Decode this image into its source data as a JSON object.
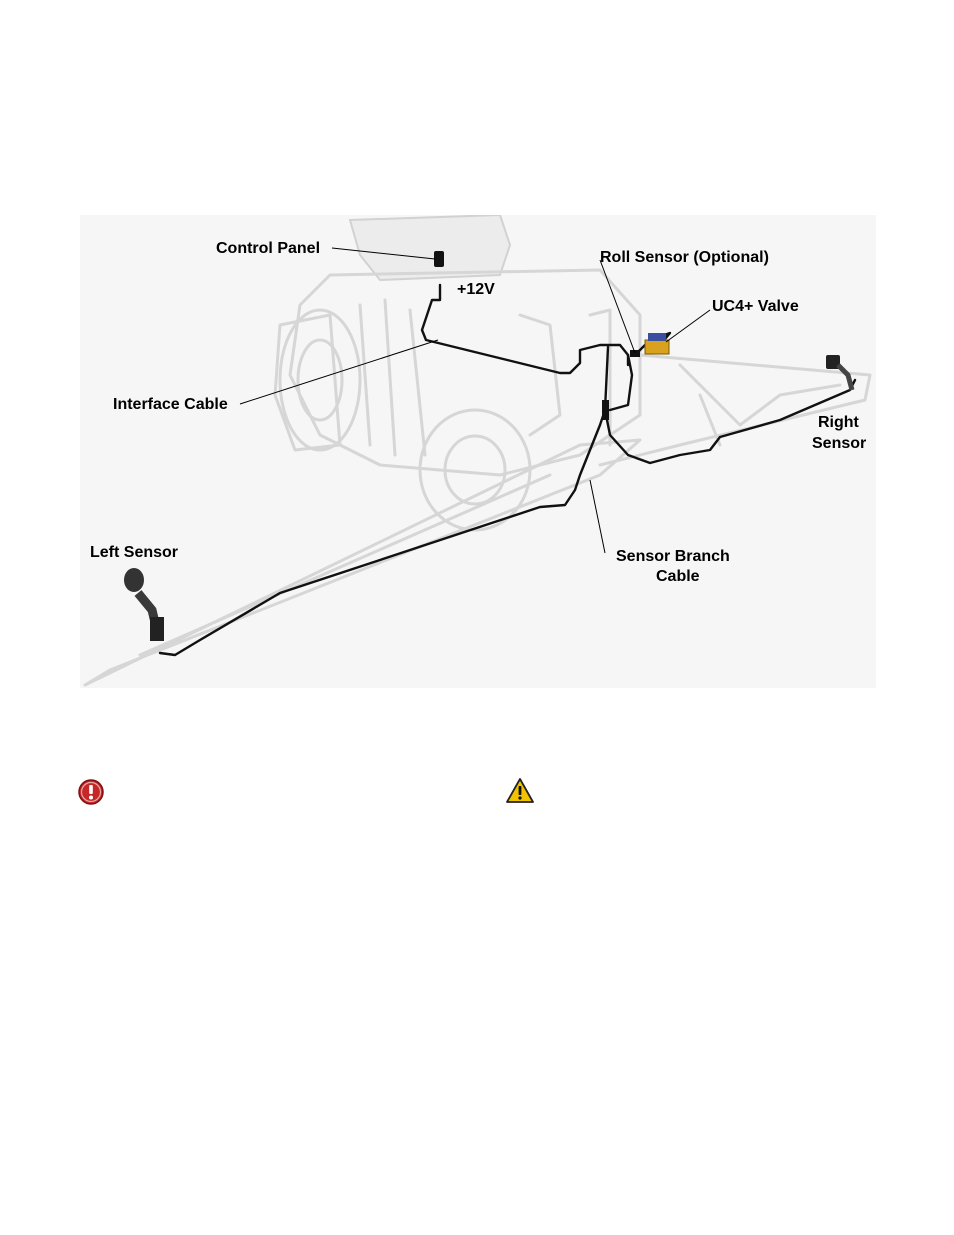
{
  "labels": {
    "control_panel": "Control Panel",
    "power": "+12V",
    "roll_sensor": "Roll Sensor (Optional)",
    "valve": "UC4+ Valve",
    "interface_cable": "Interface Cable",
    "right_sensor_line1": "Right",
    "right_sensor_line2": "Sensor",
    "left_sensor": "Left Sensor",
    "branch_cable_line1": "Sensor Branch",
    "branch_cable_line2": "Cable"
  },
  "icons": {
    "important": "exclamation-circle-icon",
    "warning": "warning-triangle-icon"
  },
  "colors": {
    "background_panel": "#f6f6f6",
    "machine_ghost": "#d6d6d6",
    "cable": "#111111",
    "important_icon": "#c62828",
    "warning_icon": "#f2c200",
    "valve": "#d8a21e"
  }
}
